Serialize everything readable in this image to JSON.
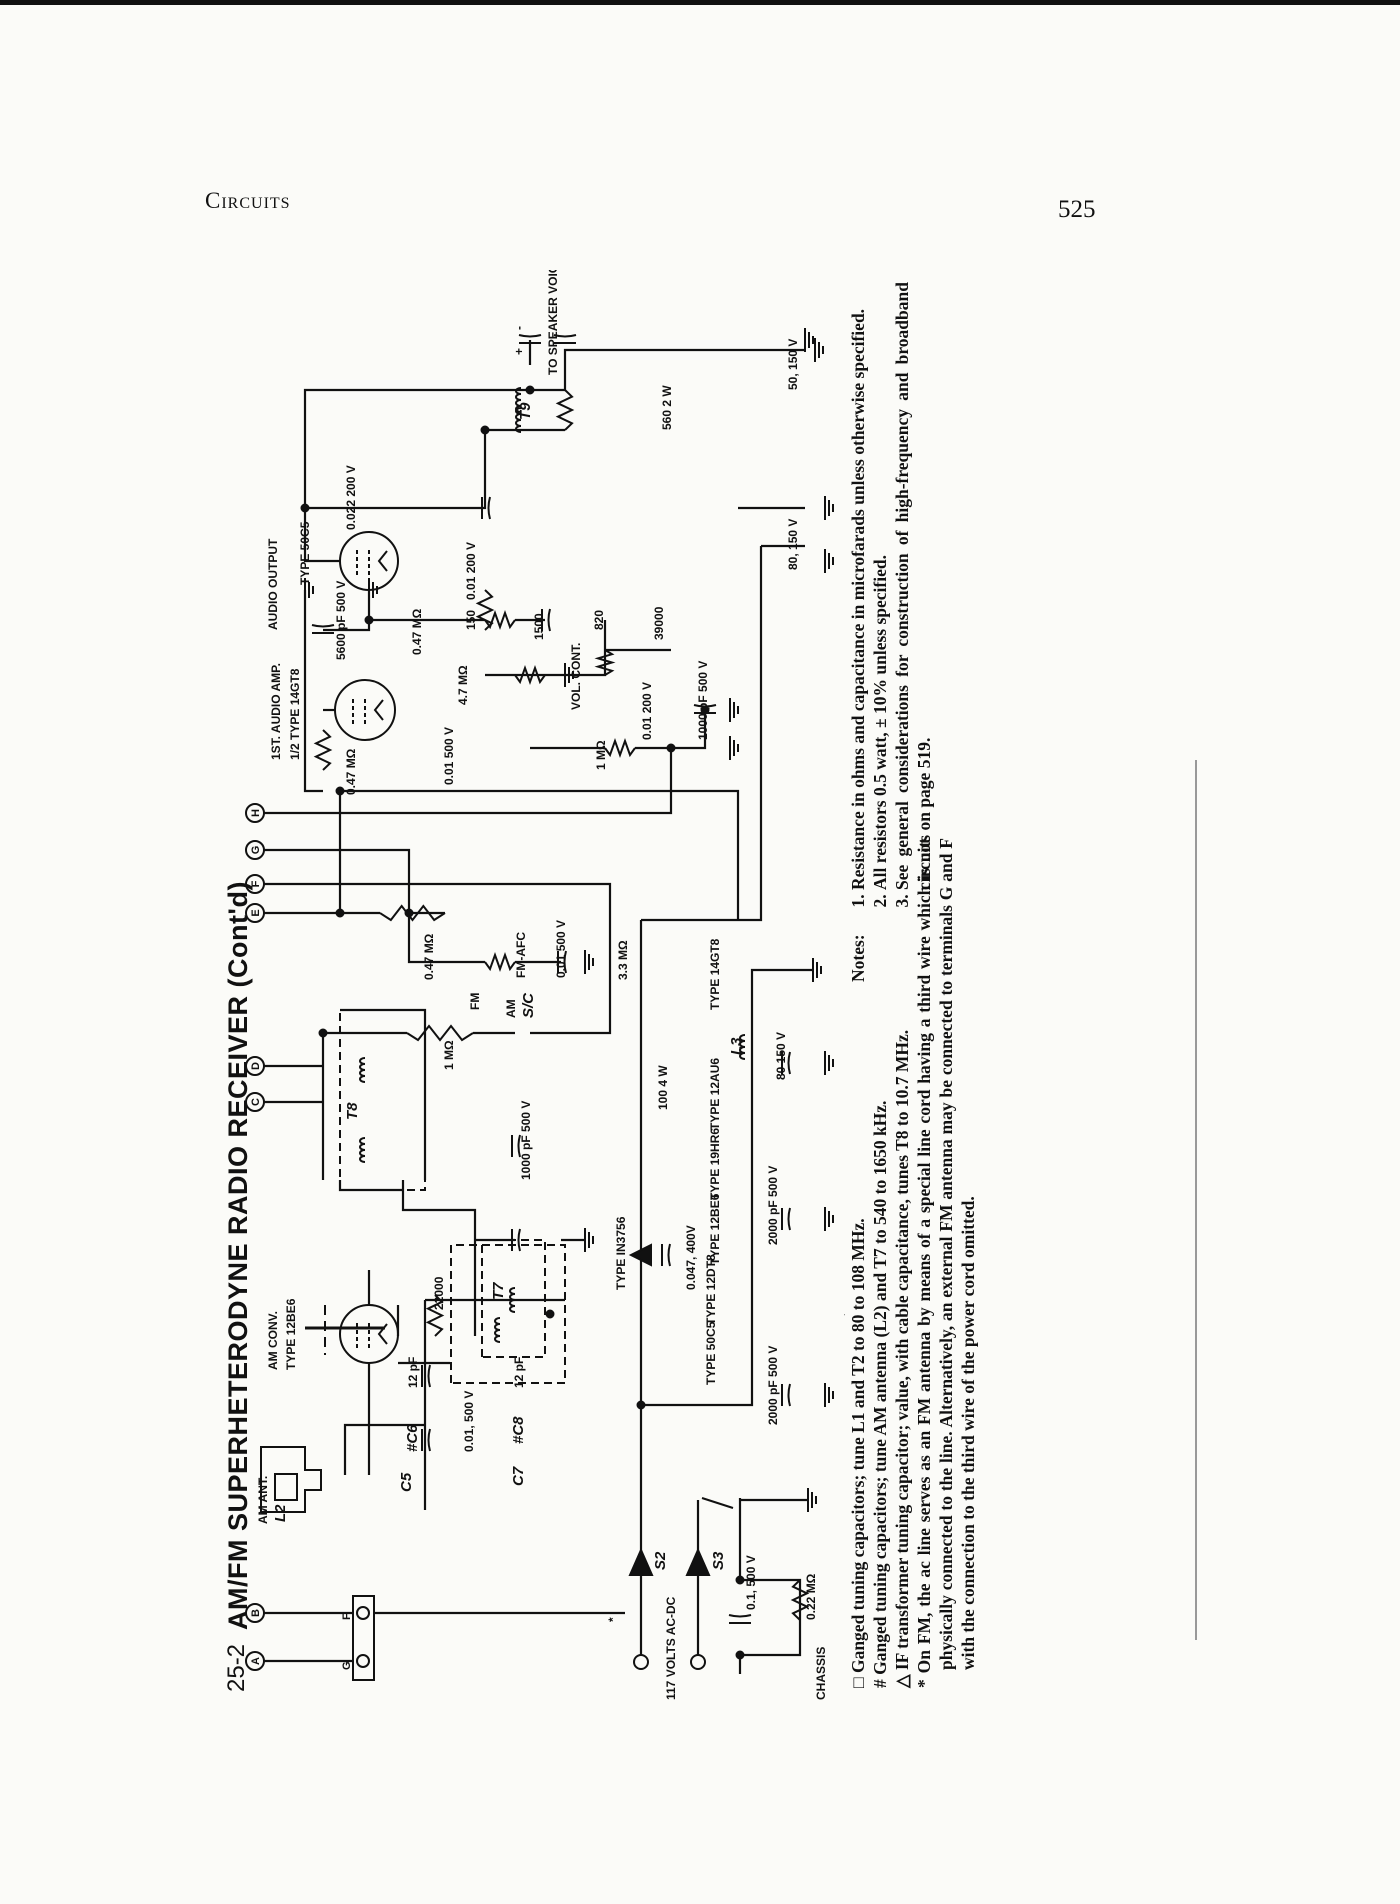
{
  "page": {
    "section_header": "Circuits",
    "page_number": "525"
  },
  "figure": {
    "number": "25-2",
    "title": "AM/FM SUPERHETERODYNE RADIO RECEIVER  (Cont'd)"
  },
  "terminals": [
    "A",
    "B",
    "C",
    "D",
    "E",
    "F",
    "G",
    "H"
  ],
  "connector": {
    "g": "G",
    "f": "F"
  },
  "labels": {
    "am_ant": "AM ANT.",
    "l2": "L2",
    "am_conv": "AM CONV.",
    "type_12be6": "TYPE 12BE6",
    "r22000": "22000",
    "t7": "T7",
    "t8": "T8",
    "t9": "T9",
    "c_001_500": "0.01, 500 V",
    "c5": "C5",
    "c6": "#C6",
    "c7": "C7",
    "c8": "#C8",
    "c12pf_a": "12 pF",
    "c12pf_b": "12 pF",
    "c1000_if": "1000 pF 500 V",
    "r1m_if": "1 MΩ",
    "fm": "FM",
    "am": "AM",
    "sc": "S/C",
    "fm_afc": "FM-AFC",
    "r047_afc": "0.47 MΩ",
    "c001_500_afc": "0.01 500 V",
    "r33m": "3.3 MΩ",
    "first_audio": "1ST. AUDIO AMP.",
    "type_14gt8_half": "1/2 TYPE 14GT8",
    "r047_grid": "0.47 MΩ",
    "c001_500_cpl": "0.01 500 V",
    "r47m": "4.7 MΩ",
    "c5600": "5600 pF 500 V",
    "r047_out": "0.47 MΩ",
    "r150": "150",
    "r1500": "1500",
    "vol_cont": "VOL. CONT.",
    "r1m_vol": "1 MΩ",
    "c001_200_vol": "0.01 200 V",
    "r820": "820",
    "r39000": "39000",
    "c1000_aud": "1000 pF 500 V",
    "audio_output": "AUDIO OUTPUT",
    "type_50c5": "TYPE 50C5",
    "c0022": "0.022 200 V",
    "c001_200_out": "0.01 200 V",
    "to_speaker": "TO SPEAKER VOICE COIL",
    "r560": "560 2 W",
    "c50": "50, 150 V",
    "c80_main": "80, 150 V",
    "type_in3756": "TYPE IN3756",
    "c0047": "0.047, 400V",
    "r100": "100 4 W",
    "l3": "L3",
    "c80_l3": "80 150 V",
    "heater_50c5": "TYPE 50C5",
    "heater_12dt8": "TYPE 12DT8",
    "heater_12be6": "TYPE 12BE6",
    "heater_19hr6": "TYPE 19HR6",
    "heater_12au6": "TYPE 12AU6",
    "heater_14gt8": "TYPE 14GT8",
    "c2000_a": "2000 pF 500 V",
    "c2000_b": "2000 pF 500 V",
    "s2": "S2",
    "s3": "S3",
    "mains": "117 VOLTS AC-DC",
    "c01_500": "0.1, 500 V",
    "r022m": "0.22 MΩ",
    "chassis": "CHASSIS",
    "star": "*",
    "plus": "+",
    "minus": "-"
  },
  "footnotes": [
    {
      "symbol": "□",
      "text": "Ganged tuning capacitors; tune L1 and T2 to 80 to 108 MHz."
    },
    {
      "symbol": "#",
      "text": "Ganged tuning capacitors; tune AM antenna (L2) and T7 to 540 to 1650 kHz."
    },
    {
      "symbol": "△",
      "text": "IF transformer tuning capacitor; value, with cable capacitance, tunes T8 to 10.7 MHz."
    },
    {
      "symbol": "*",
      "text": "On FM, the ac line serves as an FM antenna by means of a special line cord having a third wire which is not physically connected to the line. Alternatively, an external FM antenna may be connected to terminals G and F with the connection to the third wire of the power cord omitted."
    }
  ],
  "notes": {
    "label": "Notes:",
    "items": [
      "Resistance in ohms and capacitance in microfarads unless otherwise specified.",
      "All resistors 0.5 watt, ± 10% unless specified.",
      "See general considerations for construction of high-frequency and broadband circuits on page 519."
    ]
  }
}
